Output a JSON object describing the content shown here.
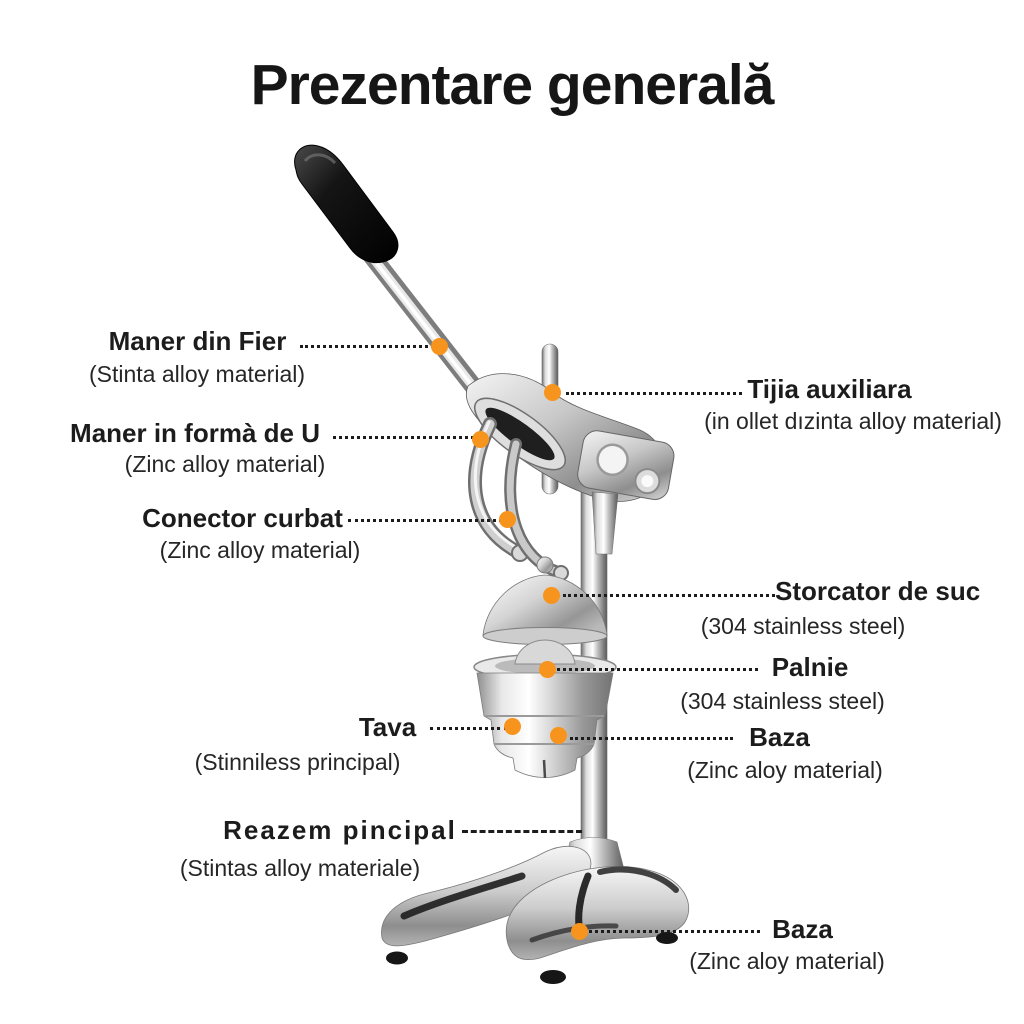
{
  "title": "Prezentare generală",
  "accent_color": "#F7941D",
  "labels": {
    "maner_din_fier": {
      "name": "Maner din Fier",
      "material": "(Stinta alloy material)"
    },
    "maner_forma_u": {
      "name": "Maner in formà de U",
      "material": "(Zinc alloy material)"
    },
    "conector_curbat": {
      "name": "Conector curbat",
      "material": "(Zinc alloy material)"
    },
    "tava": {
      "name": "Tava",
      "material": "(Stinniless principal)"
    },
    "reazem_principal": {
      "name": "Reazem pincipal",
      "material": "(Stintas alloy materiale)"
    },
    "tija_auxiliara": {
      "name": "Tijia auxiliara",
      "material": "(in ollet dızinta alloy material)"
    },
    "storcator_de_suc": {
      "name": "Storcator de suc",
      "material": "(304 stainless steel)"
    },
    "palnie": {
      "name": "Palnie",
      "material": "(304 stainless steel)"
    },
    "baza_mijloc": {
      "name": "Baza",
      "material": "(Zinc aloy  material)"
    },
    "baza_jos": {
      "name": "Baza",
      "material": "(Zinc aloy material)"
    }
  }
}
